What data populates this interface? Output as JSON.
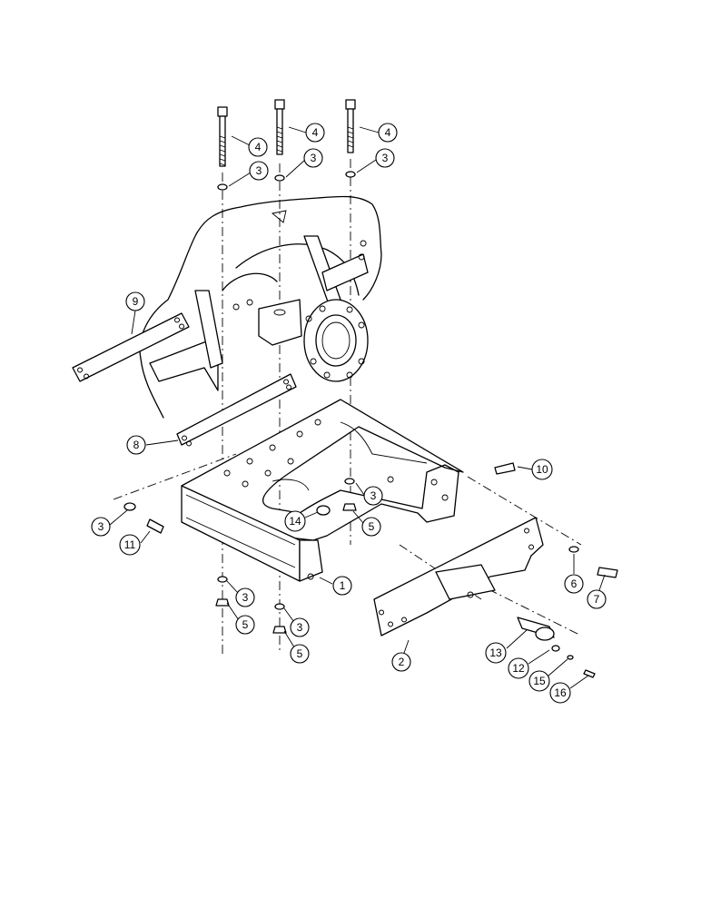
{
  "callouts": [
    {
      "id": "c-4a",
      "label": "4"
    },
    {
      "id": "c-4b",
      "label": "4"
    },
    {
      "id": "c-4c",
      "label": "4"
    },
    {
      "id": "c-3a",
      "label": "3"
    },
    {
      "id": "c-3b",
      "label": "3"
    },
    {
      "id": "c-3c",
      "label": "3"
    },
    {
      "id": "c-9",
      "label": "9"
    },
    {
      "id": "c-8",
      "label": "8"
    },
    {
      "id": "c-10",
      "label": "10"
    },
    {
      "id": "c-3d",
      "label": "3"
    },
    {
      "id": "c-14",
      "label": "14"
    },
    {
      "id": "c-5a",
      "label": "5"
    },
    {
      "id": "c-3e",
      "label": "3"
    },
    {
      "id": "c-11",
      "label": "11"
    },
    {
      "id": "c-6",
      "label": "6"
    },
    {
      "id": "c-7",
      "label": "7"
    },
    {
      "id": "c-1",
      "label": "1"
    },
    {
      "id": "c-3f",
      "label": "3"
    },
    {
      "id": "c-5b",
      "label": "5"
    },
    {
      "id": "c-3g",
      "label": "3"
    },
    {
      "id": "c-5c",
      "label": "5"
    },
    {
      "id": "c-2",
      "label": "2"
    },
    {
      "id": "c-13",
      "label": "13"
    },
    {
      "id": "c-12",
      "label": "12"
    },
    {
      "id": "c-15",
      "label": "15"
    },
    {
      "id": "c-16",
      "label": "16"
    }
  ]
}
